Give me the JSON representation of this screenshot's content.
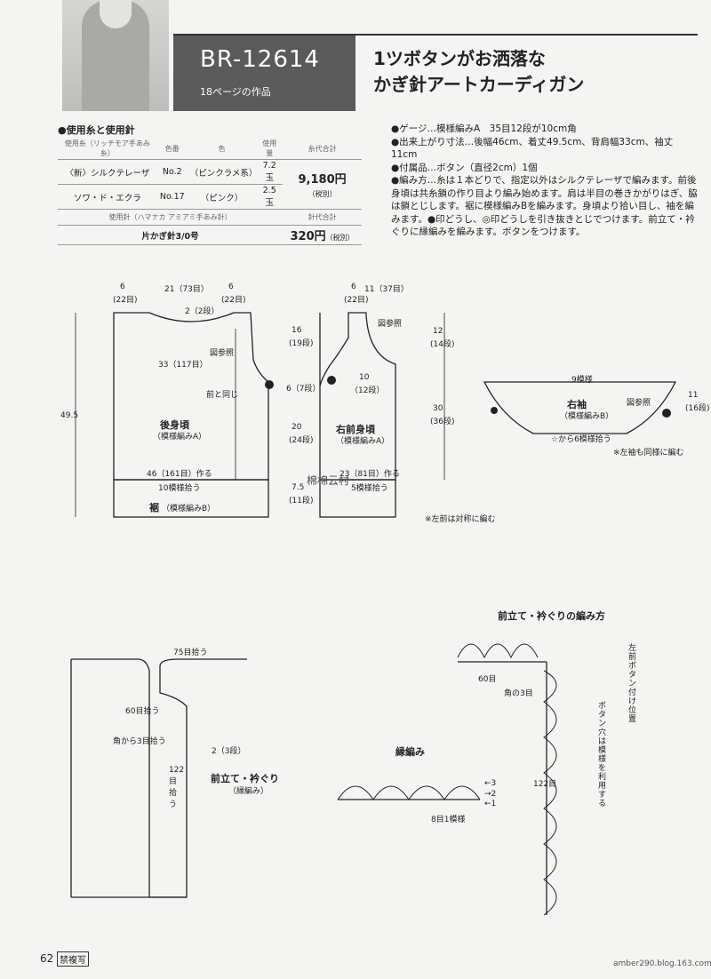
{
  "header": {
    "code": "BR-12614",
    "code_sub": "18ページの作品",
    "title_line1": "1ツボタンがお洒落な",
    "title_line2": "かぎ針アートカーディガン"
  },
  "materials": {
    "heading": "●使用糸と使用針",
    "col_yarn": "使用糸（リッチモア手あみ糸）",
    "col_number": "色番",
    "col_color": "色",
    "col_amount": "使用量",
    "col_price": "糸代合計",
    "rows": [
      {
        "yarn": "〈新〉シルクテレーザ",
        "number": "No.2",
        "color": "（ピンクラメ系）",
        "amount": "7.2玉"
      },
      {
        "yarn": "ソワ・ド・エクラ",
        "number": "No.17",
        "color": "（ピンク）",
        "amount": "2.5玉"
      }
    ],
    "yarn_price": "9,180円",
    "tax_label": "（税別）",
    "needle_header": "使用針（ハマナカ アミアミ手あみ針）",
    "needle_price_header": "針代合計",
    "needle": "片かぎ針3/0号",
    "needle_price": "320円"
  },
  "specs": {
    "gauge": "●ゲージ…模様編みA　35目12段が10cm角",
    "size": "●出来上がり寸法…後幅46cm、着丈49.5cm、背肩幅33cm、袖丈11cm",
    "accessories": "●付属品…ボタン（直径2cm）1個",
    "method": "●編み方…糸は１本どりで、指定以外はシルクテレーザで編みます。前後身頃は共糸鎖の作り目より編み始めます。肩は半目の巻きかがりはぎ、脇は鎖とじします。裾に模様編みBを編みます。身頃より拾い目し、袖を編みます。●印どうし、◎印どうしを引き抜きとじでつけます。前立て・衿ぐりに縁編みを編みます。ボタンをつけます。"
  },
  "back_body": {
    "name": "後身頃",
    "pattern": "（模様編みA）",
    "dim_left_shoulder": "6",
    "dim_left_shoulder_sub": "(22目)",
    "dim_neck": "21（73目）",
    "dim_right_shoulder": "6",
    "dim_right_shoulder_sub": "(22目)",
    "dim_neck_depth": "2（2段）",
    "dim_chest": "33（117目）",
    "note_ref": "図参照",
    "note_same": "前と同じ",
    "dim_start": "46（161目）作る",
    "dim_pickup": "10模様拾う",
    "hem": "裾",
    "hem_pattern": "（模様編みB）",
    "length": "49.5"
  },
  "front_body": {
    "name": "右前身頃",
    "pattern": "（模様編みA）",
    "dim_shoulder": "6",
    "dim_shoulder_sub": "(22目)",
    "dim_neck": "11（37目）",
    "dim_armhole": "16",
    "dim_armhole_sub": "(19段)",
    "dim_arm_mid": "6（7段）",
    "dim_side": "20",
    "dim_side_sub": "(24段)",
    "dim_hem": "7.5",
    "dim_hem_sub": "(11段)",
    "dim_neck_depth": "10",
    "dim_neck_depth_sub": "（12段）",
    "dim_front_a": "12",
    "dim_front_a_sub": "(14段)",
    "dim_front_total": "30",
    "dim_front_total_sub": "(36段)",
    "dim_start": "23（81目）作る",
    "dim_pickup": "5模様拾う",
    "note_ref": "図参照",
    "note_mirror": "※左前は対称に編む"
  },
  "sleeve": {
    "name": "右袖",
    "pattern": "（模様編みB）",
    "dim_top": "9模様",
    "dim_bottom": "☆から6模様拾う",
    "dim_side": "11",
    "dim_side_sub": "(16段)",
    "note_ref": "図参照",
    "note_left": "※左袖も同様に編む"
  },
  "front_band": {
    "name": "前立て・衿ぐり",
    "pattern": "（縁編み）",
    "pick_top": "75目拾う",
    "pick_side": "60目拾う",
    "pick_corner": "角から3目拾う",
    "pick_length": "122目拾う",
    "dim_band": "2（3段）"
  },
  "stitch_chart": {
    "title": "前立て・衿ぐりの編み方",
    "label_60": "60目",
    "label_corner": "角の3目",
    "label_122": "122目",
    "button_pos": "左前ボタン付け位置",
    "button_hole": "ボタン穴は模様を利用する",
    "edge_title": "縁編み",
    "edge_repeat": "8目1模様",
    "row3": "←3",
    "row2": "→2",
    "row1": "←1"
  },
  "watermark": "棉棉云村",
  "footer": {
    "page": "62",
    "badge": "禁複写",
    "url": "amber290.blog.163.com"
  }
}
